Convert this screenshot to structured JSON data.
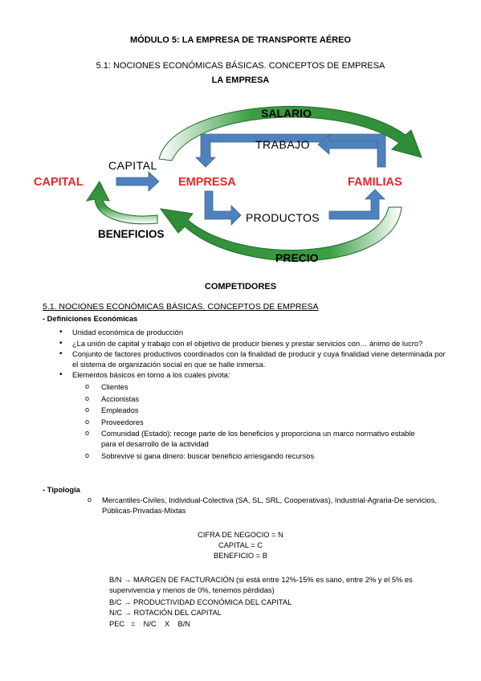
{
  "header": {
    "module_title": "MÓDULO 5: LA EMPRESA DE TRANSPORTE AÉREO",
    "section_title": "5.1: NOCIONES ECONÓMICAS BÁSICAS. CONCEPTOS DE EMPRESA",
    "diagram_title": "LA EMPRESA"
  },
  "diagram": {
    "capital_left": "CAPITAL",
    "capital_arrow": "CAPITAL",
    "empresa": "EMPRESA",
    "familias": "FAMILIAS",
    "salario": "SALARIO",
    "trabajo": "TRABAJO",
    "productos": "PRODUCTOS",
    "beneficios": "BENEFICIOS",
    "precio": "PRECIO",
    "colors": {
      "red": "#e8262a",
      "green": "#2e9a3a",
      "blue": "#4f81bd"
    },
    "caption": "COMPETIDORES"
  },
  "content": {
    "section_heading": "5.1.  NOCIONES ECONÓMICAS BÁSICAS. CONCEPTOS DE EMPRESA",
    "definitions_heading": "- Definiciones Económicas",
    "definitions": [
      "Unidad económica de producción",
      "¿La unión de capital y trabajo con el objetivo de producir bienes y prestar servicios con… ánimo de lucro?",
      "Conjunto de factores productivos coordinados con la finalidad de producir y cuya finalidad viene determinada por el sistema de organización social en que se halle inmersa.",
      "Elementos básicos en torno a los cuales pivota:"
    ],
    "elements": [
      "Clientes",
      "Accionistas",
      "Empleados",
      "Proveedores",
      "Comunidad (Estado): recoge parte de los beneficios y proporciona un marco normativo estable para el desarrollo de la actividad",
      "Sobrevive si gana dinero: buscar beneficio arriesgando recursos"
    ],
    "typology_heading": "- Tipología",
    "typology_item": "Mercantiles-Civiles, Individual-Colectiva (SA, SL, SRL, Cooperativas), Industrial-Agraria-De servicios, Públicas-Privadas-Mixtas",
    "formulas": [
      "CIFRA DE NEGOCIO = N",
      "CAPITAL = C",
      "BENEFICIO = B"
    ],
    "ratios": [
      "B/N  →  MARGEN DE FACTURACIÓN (si está entre 12%-15% es sano, entre 2% y el 5% es supervivencia y menos de 0%, tenemos pérdidas)",
      "B/C  →  PRODUCTIVIDAD ECONÓMICA DEL CAPITAL",
      "N/C  →  ROTACIÓN DEL CAPITAL",
      "PEC   =    N/C    X    B/N"
    ]
  }
}
